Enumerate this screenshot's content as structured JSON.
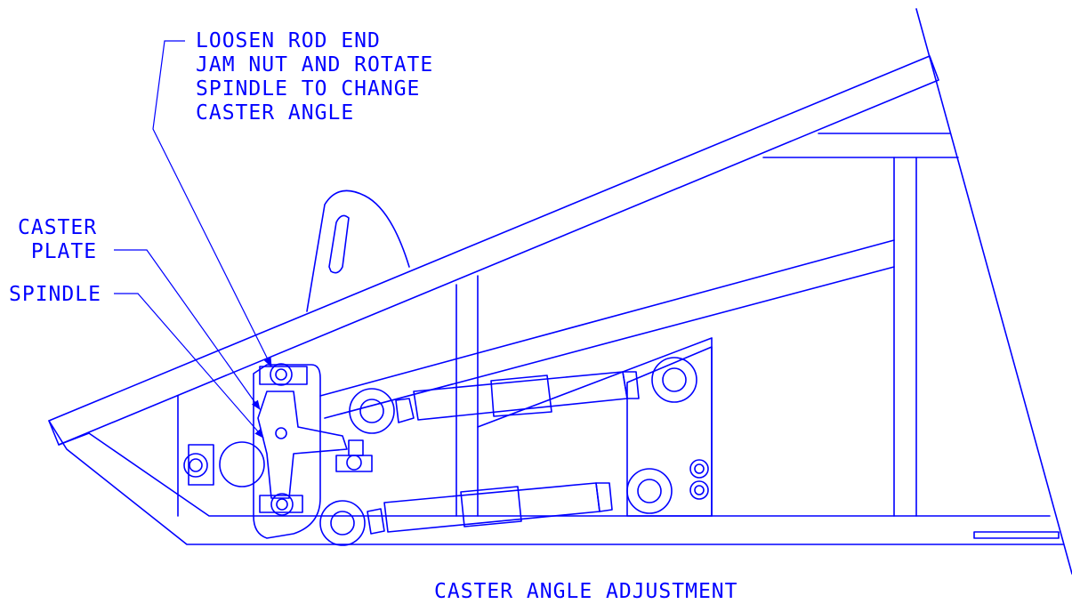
{
  "labels": {
    "loosen_note": [
      "LOOSEN ROD END",
      "JAM NUT AND ROTATE",
      "SPINDLE TO CHANGE",
      "CASTER ANGLE"
    ],
    "caster_plate": [
      "CASTER",
      "PLATE"
    ],
    "spindle": "SPINDLE"
  },
  "title": "CASTER ANGLE ADJUSTMENT",
  "colors": {
    "line": "#0000ff",
    "background": "#ffffff"
  }
}
